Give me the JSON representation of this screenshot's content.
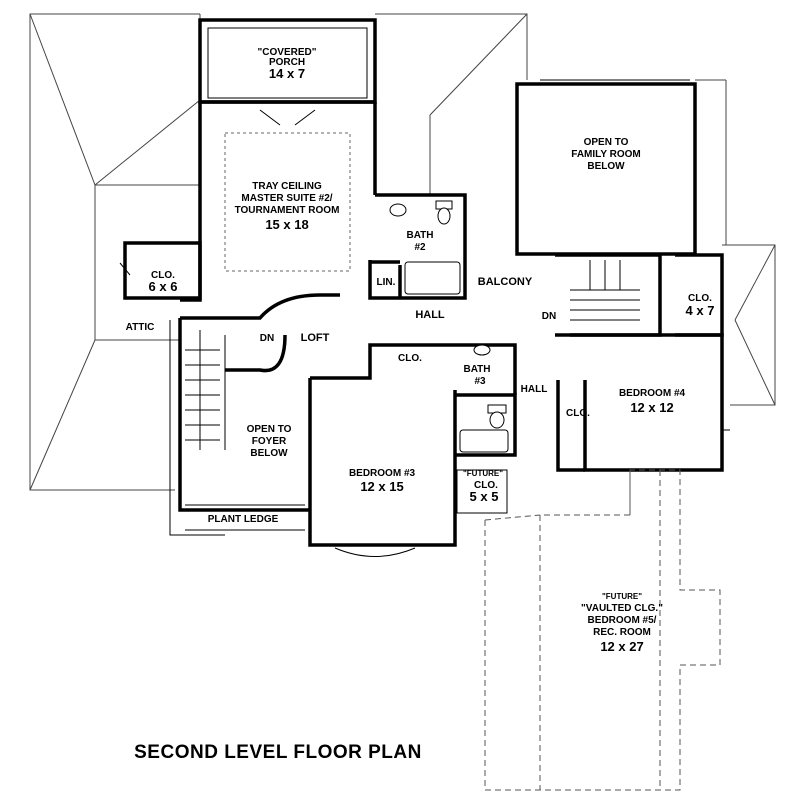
{
  "plan_title": "SECOND LEVEL FLOOR PLAN",
  "rooms": {
    "porch": {
      "line1": "\"COVERED\"",
      "line2": "PORCH",
      "size": "14 x 7"
    },
    "master": {
      "line1": "TRAY CEILING",
      "line2": "MASTER SUITE #2/",
      "line3": "TOURNAMENT ROOM",
      "size": "15 x 18"
    },
    "bath2": {
      "line1": "BATH",
      "line2": "#2"
    },
    "lin": "LIN.",
    "closet_left": {
      "line1": "CLO.",
      "size": "6 x 6"
    },
    "attic": "ATTIC",
    "open_family": {
      "line1": "OPEN TO",
      "line2": "FAMILY ROOM",
      "line3": "BELOW"
    },
    "balcony": "BALCONY",
    "hall_top": "HALL",
    "dn_right": "DN",
    "closet_right": {
      "line1": "CLO.",
      "size": "4 x 7"
    },
    "loft": "LOFT",
    "dn_left": "DN",
    "closet_mid": "CLO.",
    "bath3": {
      "line1": "BATH",
      "line2": "#3"
    },
    "hall_right": "HALL",
    "bedroom4": {
      "line1": "BEDROOM #4",
      "size": "12 x 12"
    },
    "closet_bed4": "CLO.",
    "open_foyer": {
      "line1": "OPEN TO",
      "line2": "FOYER",
      "line3": "BELOW"
    },
    "bedroom3": {
      "line1": "BEDROOM #3",
      "size": "12 x 15"
    },
    "future_clo": {
      "line1": "\"FUTURE\"",
      "line2": "CLO.",
      "size": "5 x 5"
    },
    "plant_ledge": "PLANT LEDGE",
    "bedroom5": {
      "line1": "\"FUTURE\"",
      "line2": "\"VAULTED CLG.\"",
      "line3": "BEDROOM #5/",
      "line4": "REC. ROOM",
      "size": "12 x 27"
    }
  }
}
